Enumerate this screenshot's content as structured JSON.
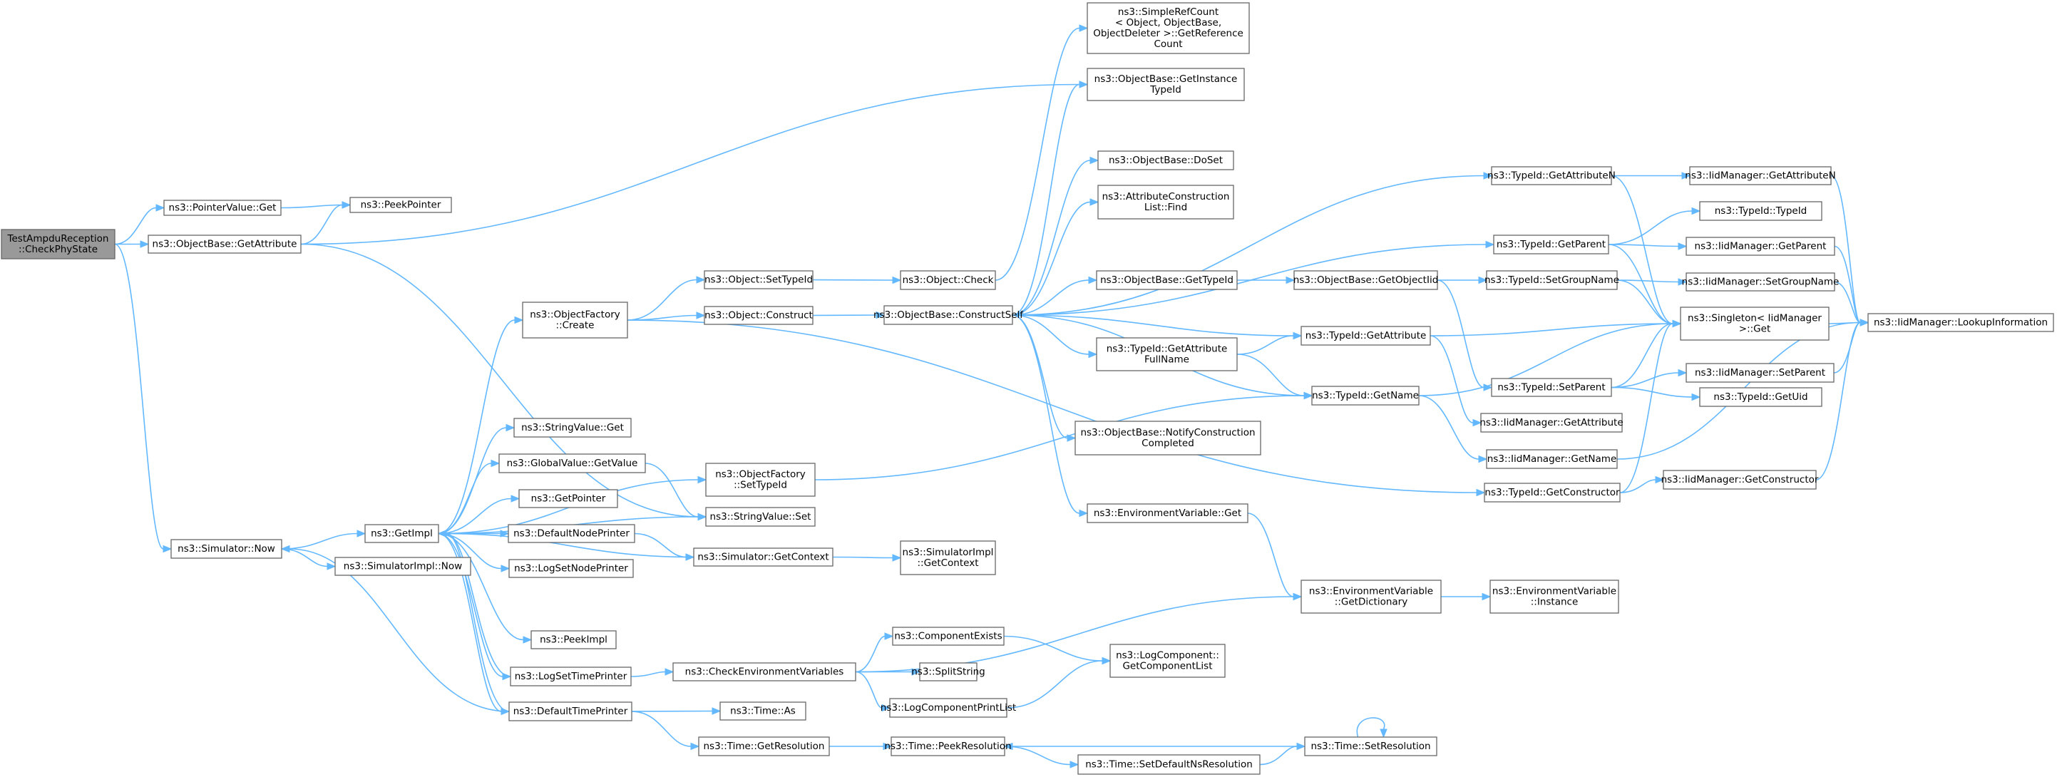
{
  "graph": {
    "nodes": [
      {
        "id": "root",
        "lines": [
          "TestAmpduReception",
          "::CheckPhyState"
        ],
        "root": true
      },
      {
        "id": "pointerGet",
        "lines": [
          "ns3::PointerValue::Get"
        ]
      },
      {
        "id": "peekPointer",
        "lines": [
          "ns3::PeekPointer"
        ]
      },
      {
        "id": "getAttribute",
        "lines": [
          "ns3::ObjectBase::GetAttribute"
        ]
      },
      {
        "id": "simNow",
        "lines": [
          "ns3::Simulator::Now"
        ]
      },
      {
        "id": "simImplNow",
        "lines": [
          "ns3::SimulatorImpl::Now"
        ]
      },
      {
        "id": "getImpl",
        "lines": [
          "ns3::GetImpl"
        ]
      },
      {
        "id": "ofCreate",
        "lines": [
          "ns3::ObjectFactory",
          "::Create"
        ]
      },
      {
        "id": "stringGet",
        "lines": [
          "ns3::StringValue::Get"
        ]
      },
      {
        "id": "gvGetValue",
        "lines": [
          "ns3::GlobalValue::GetValue"
        ]
      },
      {
        "id": "getPointer",
        "lines": [
          "ns3::GetPointer"
        ]
      },
      {
        "id": "defNodePrinter",
        "lines": [
          "ns3::DefaultNodePrinter"
        ]
      },
      {
        "id": "logSetNodePrinter",
        "lines": [
          "ns3::LogSetNodePrinter"
        ]
      },
      {
        "id": "peekImpl",
        "lines": [
          "ns3::PeekImpl"
        ]
      },
      {
        "id": "logSetTimePrinter",
        "lines": [
          "ns3::LogSetTimePrinter"
        ]
      },
      {
        "id": "defTimePrinter",
        "lines": [
          "ns3::DefaultTimePrinter"
        ]
      },
      {
        "id": "objSetTypeId",
        "lines": [
          "ns3::Object::SetTypeId"
        ]
      },
      {
        "id": "objConstruct",
        "lines": [
          "ns3::Object::Construct"
        ]
      },
      {
        "id": "ofSetTypeId",
        "lines": [
          "ns3::ObjectFactory",
          "::SetTypeId"
        ]
      },
      {
        "id": "stringSet",
        "lines": [
          "ns3::StringValue::Set"
        ]
      },
      {
        "id": "simGetContext",
        "lines": [
          "ns3::Simulator::GetContext"
        ]
      },
      {
        "id": "checkEnvVars",
        "lines": [
          "ns3::CheckEnvironmentVariables"
        ]
      },
      {
        "id": "timeAs",
        "lines": [
          "ns3::Time::As"
        ]
      },
      {
        "id": "timeGetRes",
        "lines": [
          "ns3::Time::GetResolution"
        ]
      },
      {
        "id": "objCheck",
        "lines": [
          "ns3::Object::Check"
        ]
      },
      {
        "id": "constructSelf",
        "lines": [
          "ns3::ObjectBase::ConstructSelf"
        ]
      },
      {
        "id": "simImplGetContext",
        "lines": [
          "ns3::SimulatorImpl",
          "::GetContext"
        ]
      },
      {
        "id": "componentExists",
        "lines": [
          "ns3::ComponentExists"
        ]
      },
      {
        "id": "splitString",
        "lines": [
          "ns3::SplitString"
        ]
      },
      {
        "id": "logCompPrintList",
        "lines": [
          "ns3::LogComponentPrintList"
        ]
      },
      {
        "id": "timePeekRes",
        "lines": [
          "ns3::Time::PeekResolution"
        ]
      },
      {
        "id": "simpleRefCount",
        "lines": [
          "ns3::SimpleRefCount",
          "< Object, ObjectBase,",
          "ObjectDeleter >::GetReference",
          "Count"
        ]
      },
      {
        "id": "getInstanceTypeId",
        "lines": [
          "ns3::ObjectBase::GetInstance",
          "TypeId"
        ]
      },
      {
        "id": "doSet",
        "lines": [
          "ns3::ObjectBase::DoSet"
        ]
      },
      {
        "id": "attrConstrFind",
        "lines": [
          "ns3::AttributeConstruction",
          "List::Find"
        ]
      },
      {
        "id": "obGetTypeId",
        "lines": [
          "ns3::ObjectBase::GetTypeId"
        ]
      },
      {
        "id": "tidGetAttrFullName",
        "lines": [
          "ns3::TypeId::GetAttribute",
          "FullName"
        ]
      },
      {
        "id": "notifyConstr",
        "lines": [
          "ns3::ObjectBase::NotifyConstruction",
          "Completed"
        ]
      },
      {
        "id": "envVarGet",
        "lines": [
          "ns3::EnvironmentVariable::Get"
        ]
      },
      {
        "id": "logCompGetList",
        "lines": [
          "ns3::LogComponent::",
          "GetComponentList"
        ]
      },
      {
        "id": "timeSetDefNsRes",
        "lines": [
          "ns3::Time::SetDefaultNsResolution"
        ]
      },
      {
        "id": "obGetObjectIid",
        "lines": [
          "ns3::ObjectBase::GetObjectIid"
        ]
      },
      {
        "id": "tidGetAttribute",
        "lines": [
          "ns3::TypeId::GetAttribute"
        ]
      },
      {
        "id": "tidGetName",
        "lines": [
          "ns3::TypeId::GetName"
        ]
      },
      {
        "id": "envVarGetDict",
        "lines": [
          "ns3::EnvironmentVariable",
          "::GetDictionary"
        ]
      },
      {
        "id": "timeSetRes",
        "lines": [
          "ns3::Time::SetResolution"
        ]
      },
      {
        "id": "tidGetAttributeN",
        "lines": [
          "ns3::TypeId::GetAttributeN"
        ]
      },
      {
        "id": "tidGetParent",
        "lines": [
          "ns3::TypeId::GetParent"
        ]
      },
      {
        "id": "tidSetGroupName",
        "lines": [
          "ns3::TypeId::SetGroupName"
        ]
      },
      {
        "id": "tidSetParent",
        "lines": [
          "ns3::TypeId::SetParent"
        ]
      },
      {
        "id": "iidGetAttribute",
        "lines": [
          "ns3::IidManager::GetAttribute"
        ]
      },
      {
        "id": "iidGetName",
        "lines": [
          "ns3::IidManager::GetName"
        ]
      },
      {
        "id": "tidGetConstructor",
        "lines": [
          "ns3::TypeId::GetConstructor"
        ]
      },
      {
        "id": "envVarInstance",
        "lines": [
          "ns3::EnvironmentVariable",
          "::Instance"
        ]
      },
      {
        "id": "iidGetAttributeN",
        "lines": [
          "ns3::IidManager::GetAttributeN"
        ]
      },
      {
        "id": "tidTypeId",
        "lines": [
          "ns3::TypeId::TypeId"
        ]
      },
      {
        "id": "iidGetParent",
        "lines": [
          "ns3::IidManager::GetParent"
        ]
      },
      {
        "id": "iidSetGroupName",
        "lines": [
          "ns3::IidManager::SetGroupName"
        ]
      },
      {
        "id": "singletonGet",
        "lines": [
          "ns3::Singleton< IidManager",
          " >::Get"
        ]
      },
      {
        "id": "iidSetParent",
        "lines": [
          "ns3::IidManager::SetParent"
        ]
      },
      {
        "id": "tidGetUid",
        "lines": [
          "ns3::TypeId::GetUid"
        ]
      },
      {
        "id": "iidGetConstructor",
        "lines": [
          "ns3::IidManager::GetConstructor"
        ]
      },
      {
        "id": "iidLookupInfo",
        "lines": [
          "ns3::IidManager::LookupInformation"
        ]
      }
    ],
    "edges": [
      [
        "root",
        "pointerGet"
      ],
      [
        "root",
        "getAttribute"
      ],
      [
        "root",
        "simNow"
      ],
      [
        "pointerGet",
        "peekPointer"
      ],
      [
        "getAttribute",
        "peekPointer"
      ],
      [
        "getAttribute",
        "getInstanceTypeId"
      ],
      [
        "getAttribute",
        "stringSet"
      ],
      [
        "simNow",
        "getImpl"
      ],
      [
        "simNow",
        "simImplNow"
      ],
      [
        "getImpl",
        "ofCreate"
      ],
      [
        "getImpl",
        "stringGet"
      ],
      [
        "getImpl",
        "gvGetValue"
      ],
      [
        "getImpl",
        "getPointer"
      ],
      [
        "getImpl",
        "defNodePrinter"
      ],
      [
        "getImpl",
        "logSetNodePrinter"
      ],
      [
        "getImpl",
        "peekImpl"
      ],
      [
        "getImpl",
        "logSetTimePrinter"
      ],
      [
        "getImpl",
        "defTimePrinter"
      ],
      [
        "getImpl",
        "ofSetTypeId"
      ],
      [
        "getImpl",
        "stringSet"
      ],
      [
        "ofCreate",
        "objSetTypeId"
      ],
      [
        "ofCreate",
        "objConstruct"
      ],
      [
        "ofCreate",
        "tidGetConstructor"
      ],
      [
        "gvGetValue",
        "stringSet"
      ],
      [
        "defNodePrinter",
        "simGetContext"
      ],
      [
        "simGetContext",
        "simImplGetContext"
      ],
      [
        "simGetContext",
        "getImpl"
      ],
      [
        "logSetTimePrinter",
        "checkEnvVars"
      ],
      [
        "logSetTimePrinter",
        "getImpl"
      ],
      [
        "defTimePrinter",
        "timeAs"
      ],
      [
        "defTimePrinter",
        "timeGetRes"
      ],
      [
        "defTimePrinter",
        "simNow"
      ],
      [
        "defTimePrinter",
        "getImpl"
      ],
      [
        "objSetTypeId",
        "objCheck"
      ],
      [
        "objConstruct",
        "constructSelf"
      ],
      [
        "objCheck",
        "simpleRefCount"
      ],
      [
        "ofSetTypeId",
        "tidGetName"
      ],
      [
        "checkEnvVars",
        "envVarGetDict"
      ],
      [
        "checkEnvVars",
        "componentExists"
      ],
      [
        "checkEnvVars",
        "splitString"
      ],
      [
        "checkEnvVars",
        "logCompPrintList"
      ],
      [
        "componentExists",
        "logCompGetList"
      ],
      [
        "logCompPrintList",
        "logCompGetList"
      ],
      [
        "timeGetRes",
        "timePeekRes"
      ],
      [
        "timePeekRes",
        "timeSetDefNsRes"
      ],
      [
        "timeSetDefNsRes",
        "timeSetRes"
      ],
      [
        "timeSetRes",
        "timePeekRes"
      ],
      [
        "timeSetRes",
        "timeSetRes"
      ],
      [
        "constructSelf",
        "getInstanceTypeId"
      ],
      [
        "constructSelf",
        "doSet"
      ],
      [
        "constructSelf",
        "attrConstrFind"
      ],
      [
        "constructSelf",
        "obGetTypeId"
      ],
      [
        "constructSelf",
        "tidGetAttrFullName"
      ],
      [
        "constructSelf",
        "notifyConstr"
      ],
      [
        "constructSelf",
        "envVarGet"
      ],
      [
        "constructSelf",
        "tidGetAttributeN"
      ],
      [
        "constructSelf",
        "tidGetParent"
      ],
      [
        "constructSelf",
        "tidGetAttribute"
      ],
      [
        "constructSelf",
        "tidGetName"
      ],
      [
        "obGetTypeId",
        "obGetObjectIid"
      ],
      [
        "tidGetAttrFullName",
        "tidGetAttribute"
      ],
      [
        "tidGetAttrFullName",
        "tidGetName"
      ],
      [
        "envVarGet",
        "envVarGetDict"
      ],
      [
        "obGetObjectIid",
        "tidSetGroupName"
      ],
      [
        "obGetObjectIid",
        "tidSetParent"
      ],
      [
        "tidGetAttribute",
        "singletonGet"
      ],
      [
        "tidGetAttribute",
        "iidGetAttribute"
      ],
      [
        "tidGetName",
        "singletonGet"
      ],
      [
        "tidGetName",
        "iidGetName"
      ],
      [
        "envVarGetDict",
        "envVarInstance"
      ],
      [
        "tidGetAttributeN",
        "iidGetAttributeN"
      ],
      [
        "tidGetAttributeN",
        "singletonGet"
      ],
      [
        "tidGetParent",
        "tidTypeId"
      ],
      [
        "tidGetParent",
        "iidGetParent"
      ],
      [
        "tidGetParent",
        "singletonGet"
      ],
      [
        "tidSetGroupName",
        "iidSetGroupName"
      ],
      [
        "tidSetGroupName",
        "singletonGet"
      ],
      [
        "tidSetParent",
        "singletonGet"
      ],
      [
        "tidSetParent",
        "iidSetParent"
      ],
      [
        "tidSetParent",
        "tidGetUid"
      ],
      [
        "iidGetName",
        "iidLookupInfo"
      ],
      [
        "tidGetConstructor",
        "iidGetConstructor"
      ],
      [
        "tidGetConstructor",
        "singletonGet"
      ],
      [
        "iidGetAttributeN",
        "iidLookupInfo"
      ],
      [
        "iidGetParent",
        "iidLookupInfo"
      ],
      [
        "iidSetGroupName",
        "iidLookupInfo"
      ],
      [
        "singletonGet",
        "iidLookupInfo"
      ],
      [
        "iidSetParent",
        "iidLookupInfo"
      ],
      [
        "iidGetConstructor",
        "iidLookupInfo"
      ]
    ]
  }
}
